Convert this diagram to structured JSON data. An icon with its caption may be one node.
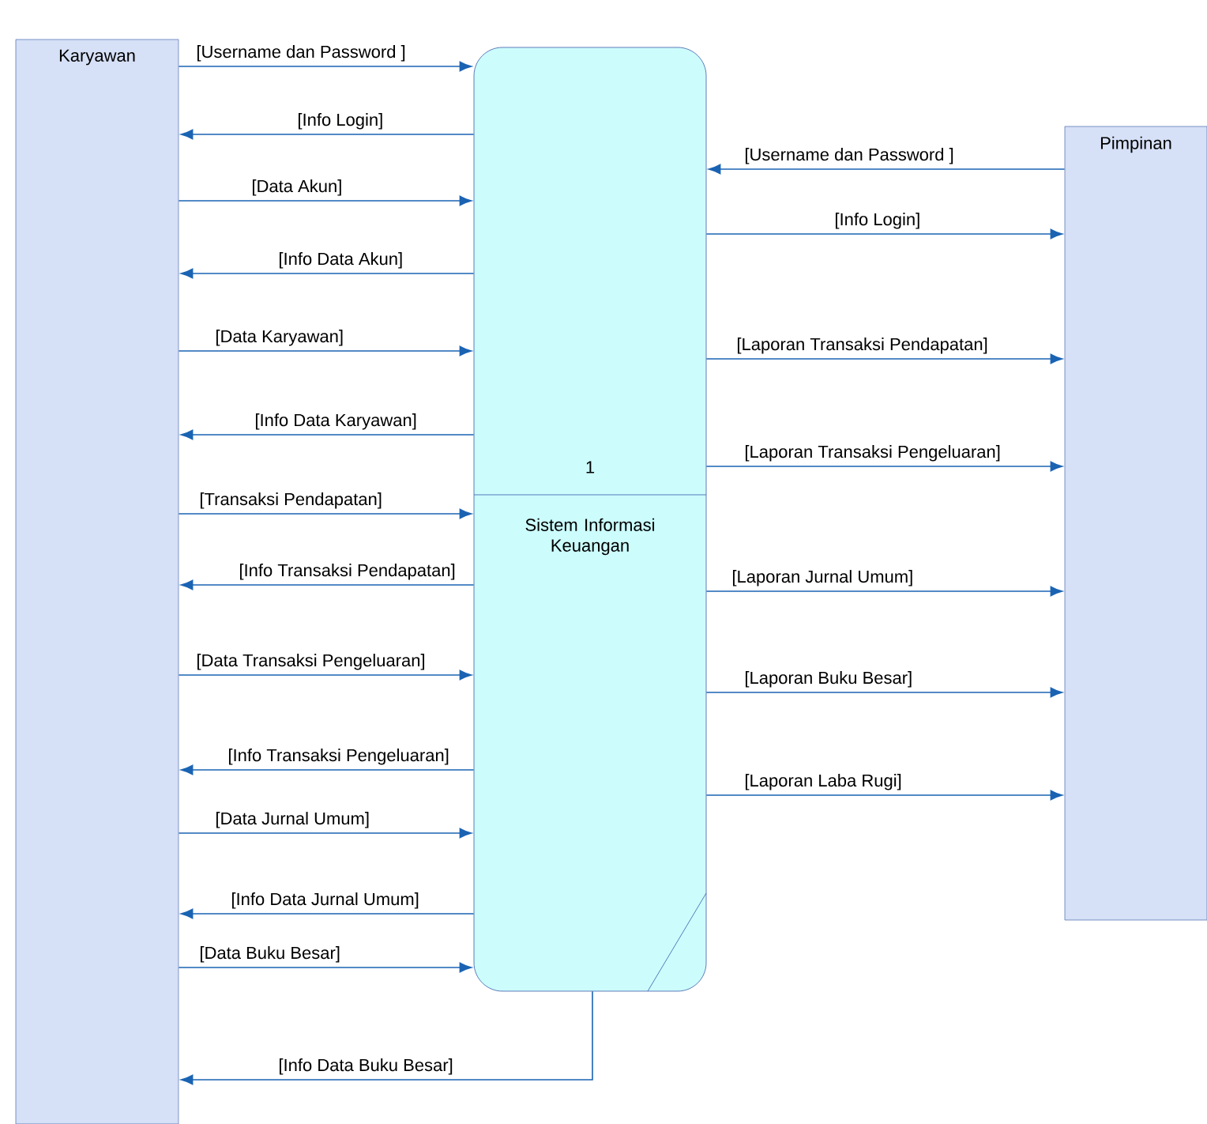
{
  "diagram": {
    "nodes": [
      {
        "text": [
          "Karyawan"
        ]
      },
      {
        "text": [
          "1",
          "Sistem Informasi Keuangan"
        ]
      },
      {
        "text": [
          "Pimpinan"
        ]
      }
    ],
    "edges": [
      {
        "from": 0,
        "to": 1,
        "arrow": "to",
        "label": "[Username dan Password ]"
      },
      {
        "from": 1,
        "to": 0,
        "arrow": "to",
        "label": "[Info Login]"
      },
      {
        "from": 0,
        "to": 1,
        "arrow": "to",
        "label": "[Data Akun]"
      },
      {
        "from": 1,
        "to": 0,
        "arrow": "to",
        "label": "[Info Data Akun]"
      },
      {
        "from": 0,
        "to": 1,
        "arrow": "to",
        "label": "[Data Karyawan]"
      },
      {
        "from": 1,
        "to": 0,
        "arrow": "to",
        "label": "[Info Data Karyawan]"
      },
      {
        "from": 0,
        "to": 1,
        "arrow": "to",
        "label": "[Transaksi Pendapatan]"
      },
      {
        "from": 1,
        "to": 0,
        "arrow": "to",
        "label": "[Info Transaksi Pendapatan]"
      },
      {
        "from": 0,
        "to": 1,
        "arrow": "to",
        "label": "[Data Transaksi Pengeluaran]"
      },
      {
        "from": 1,
        "to": 0,
        "arrow": "to",
        "label": "[Info Transaksi Pengeluaran]"
      },
      {
        "from": 0,
        "to": 1,
        "arrow": "to",
        "label": "[Data Jurnal Umum]"
      },
      {
        "from": 1,
        "to": 0,
        "arrow": "to",
        "label": "[Info Data Jurnal Umum]"
      },
      {
        "from": 0,
        "to": 1,
        "arrow": "to",
        "label": "[Data Buku Besar]"
      },
      {
        "from": 1,
        "to": 0,
        "arrow": "to",
        "label": "[Info Data Buku Besar]"
      },
      {
        "from": 2,
        "to": 1,
        "arrow": "to",
        "label": "[Username dan Password ]"
      },
      {
        "from": 1,
        "to": 2,
        "arrow": "to",
        "label": "[Info Login]"
      },
      {
        "from": 1,
        "to": 2,
        "arrow": "to",
        "label": "[Laporan Transaksi Pendapatan]"
      },
      {
        "from": 1,
        "to": 2,
        "arrow": "to",
        "label": "[Laporan Transaksi Pengeluaran]"
      },
      {
        "from": 1,
        "to": 2,
        "arrow": "to",
        "label": "[Laporan Jurnal Umum]"
      },
      {
        "from": 1,
        "to": 2,
        "arrow": "to",
        "label": "[Laporan Buku Besar]"
      },
      {
        "from": 1,
        "to": 2,
        "arrow": "to",
        "label": "[Laporan Laba Rugi]"
      }
    ]
  }
}
